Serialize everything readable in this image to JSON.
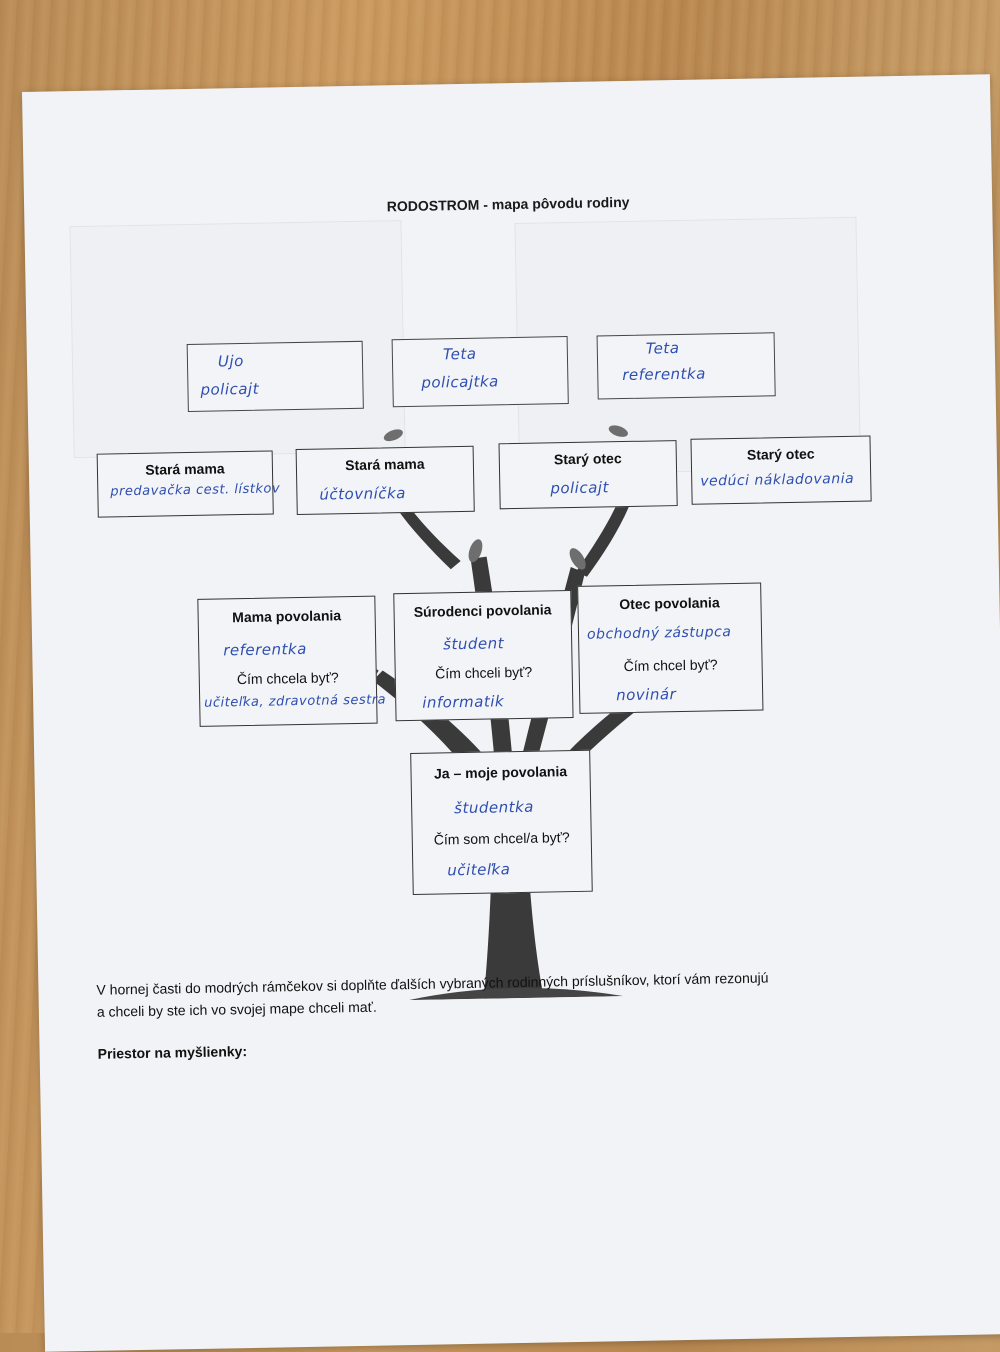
{
  "title": "RODOSTROM - mapa pôvodu rodiny",
  "relatives": {
    "ujo": {
      "label": "Ujo",
      "job": "policajt"
    },
    "teta1": {
      "label": "Teta",
      "job": "policajtka"
    },
    "teta2": {
      "label": "Teta",
      "job": "referentka"
    }
  },
  "grandparents": [
    {
      "label": "Stará mama",
      "job": "predavačka cest. lístkov"
    },
    {
      "label": "Stará mama",
      "job": "účtovníčka"
    },
    {
      "label": "Starý otec",
      "job": "policajt"
    },
    {
      "label": "Starý otec",
      "job": "vedúci nákladovania"
    }
  ],
  "family": {
    "mother": {
      "label": "Mama povolania",
      "job": "referentka",
      "question": "Čím chcela byť?",
      "dream": "učiteľka, zdravotná sestra"
    },
    "siblings": {
      "label": "Súrodenci povolania",
      "job": "študent",
      "question": "Čím chceli byť?",
      "dream": "informatik"
    },
    "father": {
      "label": "Otec povolania",
      "job": "obchodný zástupca",
      "question": "Čím chcel byť?",
      "dream": "novinár"
    },
    "me": {
      "label": "Ja – moje povolania",
      "job": "študentka",
      "question": "Čím som chcel/a byť?",
      "dream": "učiteľka"
    }
  },
  "instructions": {
    "line1": "V hornej časti do modrých rámčekov si doplňte ďalších vybraných rodinných príslušníkov, ktorí vám rezonujú",
    "line2": "a chceli by ste ich vo svojej mape chceli mať."
  },
  "thoughts_heading": "Priestor na myšlienky:",
  "colors": {
    "handwriting": "#2e4fb0",
    "paper": "#f2f3f7",
    "table": "#c0905a"
  }
}
